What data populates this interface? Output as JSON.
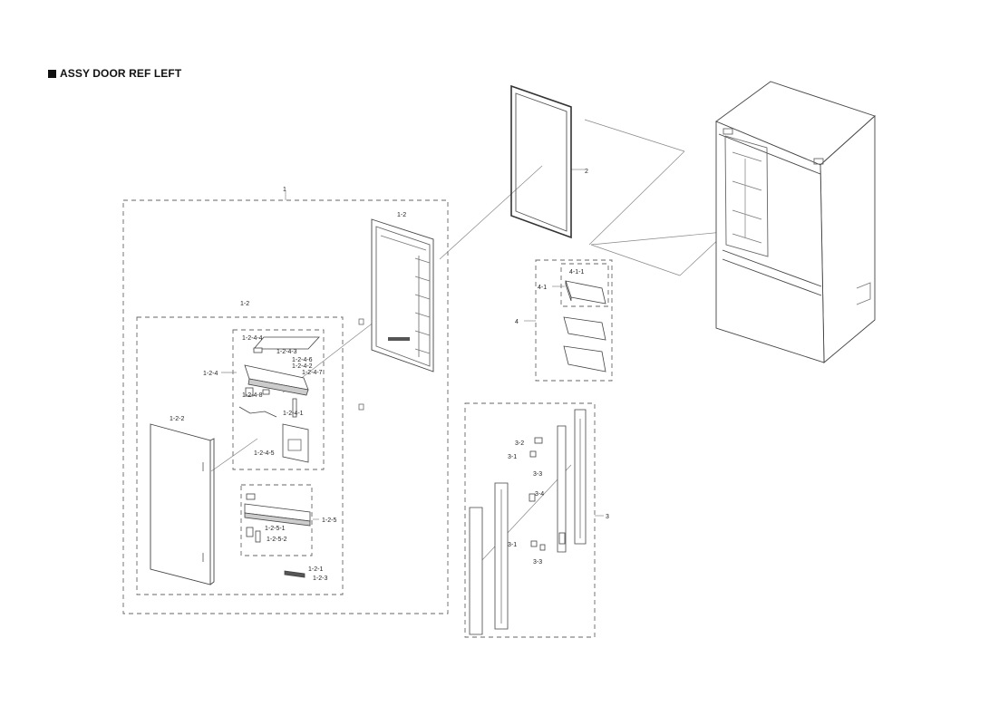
{
  "title": "ASSY DOOR REF LEFT",
  "labels": {
    "l1": "1",
    "l1_2_top": "1-2",
    "l1_2_inner": "1-2",
    "l1_2_2": "1-2-2",
    "l1_2_4": "1-2-4",
    "l1_2_4_4": "1-2-4-4",
    "l1_2_4_3": "1-2-4-3",
    "l1_2_4_6": "1-2-4-6",
    "l1_2_4_2": "1-2-4-2",
    "l1_2_4_7": "1-2-4-7",
    "l1_2_4_8": "1-2-4-8",
    "l1_2_4_1": "1-2-4-1",
    "l1_2_4_5": "1-2-4-5",
    "l1_2_5": "1-2-5",
    "l1_2_5_1": "1-2-5-1",
    "l1_2_5_2": "1-2-5-2",
    "l1_2_1": "1-2-1",
    "l1_2_3": "1-2-3",
    "l2": "2",
    "l3": "3",
    "l3_1a": "3-1",
    "l3_1b": "3-1",
    "l3_2": "3-2",
    "l3_3a": "3-3",
    "l3_3b": "3-3",
    "l3_4": "3-4",
    "l4": "4",
    "l4_1": "4-1",
    "l4_1_1": "4-1-1"
  }
}
